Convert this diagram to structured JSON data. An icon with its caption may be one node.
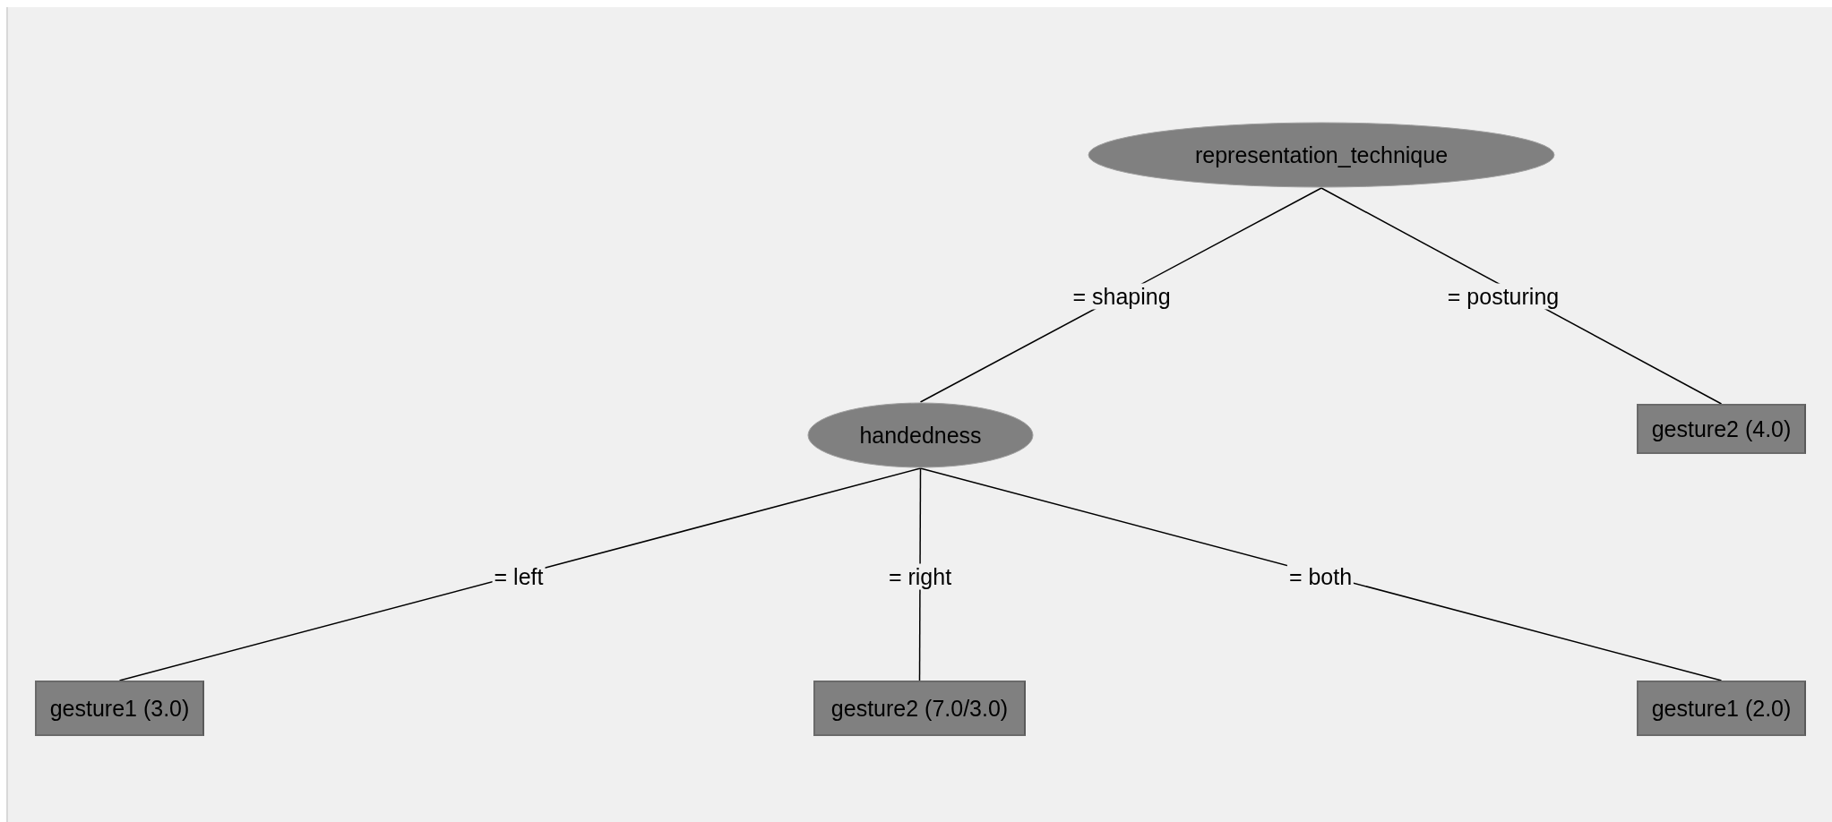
{
  "diagram": {
    "nodes": [
      {
        "text": [
          "representation_technique"
        ]
      },
      {
        "text": [
          "handedness"
        ]
      },
      {
        "text": [
          "gesture2 (4.0)"
        ]
      },
      {
        "text": [
          "gesture1 (3.0)"
        ]
      },
      {
        "text": [
          "gesture2 (7.0/3.0)"
        ]
      },
      {
        "text": [
          "gesture1 (2.0)"
        ]
      }
    ],
    "edges": [
      {
        "from": 0,
        "to": 1,
        "arrow": "none",
        "label": "= shaping"
      },
      {
        "from": 0,
        "to": 2,
        "arrow": "none",
        "label": "= posturing"
      },
      {
        "from": 1,
        "to": 3,
        "arrow": "none",
        "label": "= left"
      },
      {
        "from": 1,
        "to": 4,
        "arrow": "none",
        "label": "= right"
      },
      {
        "from": 1,
        "to": 5,
        "arrow": "none",
        "label": "= both"
      }
    ]
  }
}
